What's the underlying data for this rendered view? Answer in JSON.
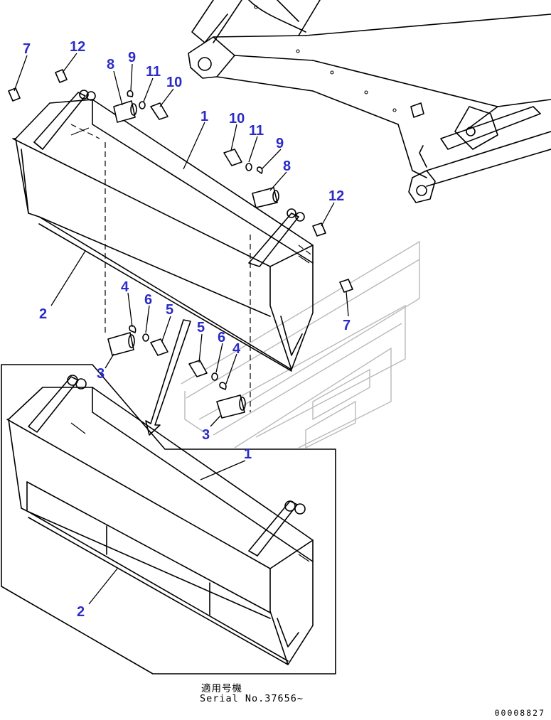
{
  "callouts": {
    "p7a": "7",
    "p12a": "12",
    "p8a": "8",
    "p9a": "9",
    "p11a": "11",
    "p10a": "10",
    "p1a": "1",
    "p10b": "10",
    "p11b": "11",
    "p9b": "9",
    "p8b": "8",
    "p12b": "12",
    "p7b": "7",
    "p2a": "2",
    "p4a": "4",
    "p6a": "6",
    "p5a": "5",
    "p3a": "3",
    "p5b": "5",
    "p6b": "6",
    "p4b": "4",
    "p3b": "3",
    "p1b": "1",
    "p2b": "2"
  },
  "caption": {
    "japanese": "適用号機",
    "serial": "Serial No.37656~"
  },
  "drawing_number": "00008827",
  "colors": {
    "callout": "#2b2bc8",
    "line": "#000000",
    "watermark": "#b9b9b9"
  }
}
